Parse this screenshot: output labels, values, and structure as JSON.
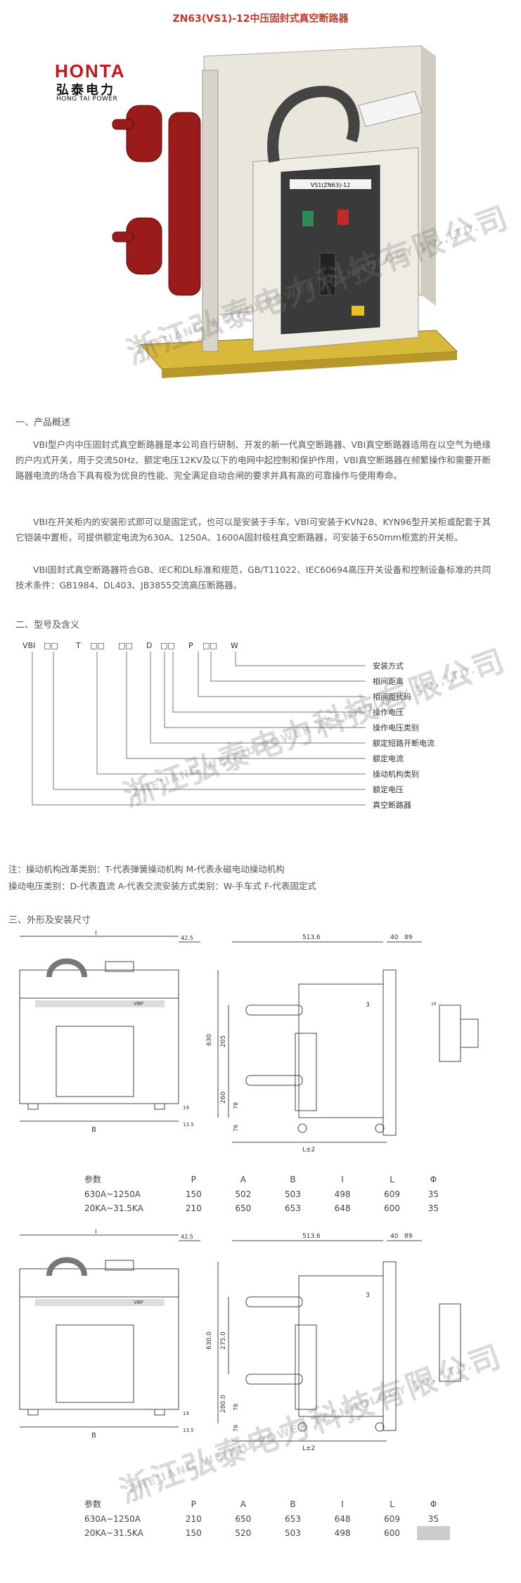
{
  "header": {
    "title": "ZN63(VS1)-12中压固封式真空断路器",
    "logo_brand": "HONTA",
    "logo_cn": "弘泰电力",
    "logo_en": "HONG TAI POWER"
  },
  "product_photo": {
    "panel_label": "VS1(ZN63)-12"
  },
  "watermark": {
    "cn": "浙江弘泰电力科技有限公司",
    "en": "ZHEJIANG WEIXIU POWER TECHNOLOGY CO.,LTD."
  },
  "overview": {
    "heading": "一、产品概述",
    "paragraphs": [
      "VBI型户内中压固封式真空断路器是本公司自行研制、开发的新一代真空断路器、VBI真空断路器适用在以空气为绝缘的户内式开关，用于交流50Hz、额定电压12KV及以下的电网中起控制和保护作用，VBI真空断路器在频繁操作和需要开断路器电流的场合下具有极为优良的性能、完全满足自动合闸的要求并具有高的可靠操作与使用寿命。",
      "VBI在开关柜内的安装形式即可以是固定式，也可以是安装于手车，VBI可安装于KVN28、KYN96型开关柜或配套于其它铠装中置柜，可提供额定电流为630A、1250A、1600A固封极柱真空断路器，可安装于650mm柜宽的开关柜。",
      "VBI固封式真空断路器符合GB、IEC和DL标准和规范，GB/T11022、IEC60694高压开关设备和控制设备标准的共同技术条件：GB1984、DL403、JB3855交流高压断路器。"
    ]
  },
  "model": {
    "heading": "二、型号及含义",
    "code_parts": [
      "VBI",
      "□□",
      "T",
      "□□",
      "□□",
      "D",
      "□□",
      "P",
      "□□",
      "W"
    ],
    "labels": [
      "安装方式",
      "相间距离",
      "相间距代码",
      "操作电压",
      "操作电压类别",
      "额定短路开断电流",
      "额定电流",
      "操动机构类别",
      "额定电压",
      "真空断路器"
    ],
    "notes": [
      "注：操动机构改革类别：T-代表弹簧操动机构 M-代表永磁电动操动机构",
      "操动电压类别：D-代表直流 A-代表交流安装方式类别：W-手车式 F-代表固定式"
    ]
  },
  "dimensions": {
    "heading": "三、外形及安装尺寸",
    "drawing1": {
      "top_dims": [
        "513.6",
        "40",
        "89",
        "42.5"
      ],
      "left_dims": [
        "630",
        "205",
        "260",
        "78",
        "76"
      ],
      "side_labels": [
        "I",
        "B",
        "L±2",
        "13.5",
        "19",
        "3",
        "16"
      ],
      "panel": "VBP"
    },
    "drawing2": {
      "top_dims": [
        "513.6",
        "40",
        "89",
        "42.5"
      ],
      "left_dims": [
        "630.0",
        "275.0",
        "280.0",
        "78",
        "76"
      ],
      "side_labels": [
        "I",
        "B",
        "L±2",
        "13.5",
        "19",
        "3"
      ],
      "panel": "VBP"
    },
    "table1": {
      "headers": [
        "参数",
        "P",
        "A",
        "B",
        "I",
        "L",
        "Φ"
      ],
      "rows": [
        [
          "630A~1250A",
          "150",
          "502",
          "503",
          "498",
          "609",
          "35"
        ],
        [
          "20KA~31.5KA",
          "210",
          "650",
          "653",
          "648",
          "600",
          "35"
        ]
      ]
    },
    "table2": {
      "headers": [
        "参数",
        "P",
        "A",
        "B",
        "I",
        "L",
        "Φ"
      ],
      "rows": [
        [
          "630A~1250A",
          "210",
          "650",
          "653",
          "648",
          "609",
          "35"
        ],
        [
          "20KA~31.5KA",
          "150",
          "520",
          "503",
          "498",
          "600",
          ""
        ]
      ]
    }
  },
  "colors": {
    "title": "#c0392b",
    "brand": "#c4161c",
    "insulator": "#9b1b1b",
    "panel_dark": "#3a3a3a",
    "cabinet": "#e9e6dc"
  }
}
